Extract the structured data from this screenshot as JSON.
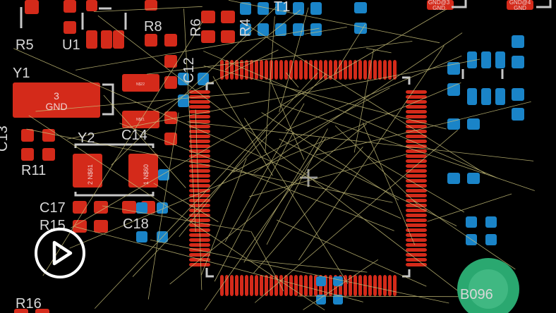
{
  "board": {
    "colors": {
      "background": "#000000",
      "top_pad": "#d42a1a",
      "bottom_pad": "#1a84c8",
      "ratsnest": "#c8c07a",
      "silkscreen": "#c8c8c8",
      "via": "#2aa870"
    },
    "designators": {
      "r5": "R5",
      "u1": "U1",
      "r8": "R8",
      "r6": "R6",
      "r4": "R4",
      "t1": "T1",
      "y1": "Y1",
      "c12": "C12",
      "y2": "Y2",
      "c14": "C14",
      "r11": "R11",
      "c17": "C17",
      "r15": "R15",
      "c18": "C18",
      "r16": "R16",
      "b096": "B096",
      "c13": "C13"
    },
    "pad_labels": {
      "y1_pad_num": "3",
      "y1_pad_net": "GND",
      "gnd3_num": "GND@3",
      "gnd3_net": "GND",
      "gnd4_num": "GND@4",
      "gnd4_net": "GND",
      "y2_pad2": "2 N$61",
      "y2_pad1": "1 N$60",
      "n22": "N$22",
      "n21": "N$21"
    }
  },
  "overlay": {
    "play_icon": "play-icon"
  }
}
